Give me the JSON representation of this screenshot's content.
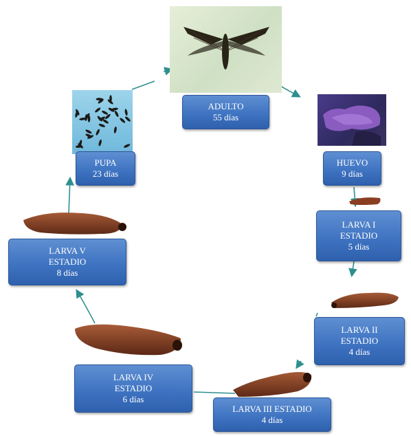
{
  "stages": {
    "adulto": {
      "name": "ADULTO",
      "duration": "55 días"
    },
    "huevo": {
      "name": "HUEVO",
      "duration": "9 días"
    },
    "larva1": {
      "name": "LARVA I",
      "line2": "ESTADIO",
      "duration": "5 días"
    },
    "larva2": {
      "name": "LARVA II",
      "line2": "ESTADIO",
      "duration": "4 días"
    },
    "larva3": {
      "name": "LARVA III ESTADIO",
      "duration": "4 días"
    },
    "larva4": {
      "name": "LARVA IV",
      "line2": "ESTADIO",
      "duration": "6 días"
    },
    "larva5": {
      "name": "LARVA V",
      "line2": "ESTADIO",
      "duration": "8 días"
    },
    "pupa": {
      "name": "PUPA",
      "duration": "23 días"
    }
  },
  "colors": {
    "box": "#3f74c2",
    "arrow": "#2f8f8f",
    "larva": "#7a3a22",
    "egg_mass": "#8a5cc0"
  }
}
